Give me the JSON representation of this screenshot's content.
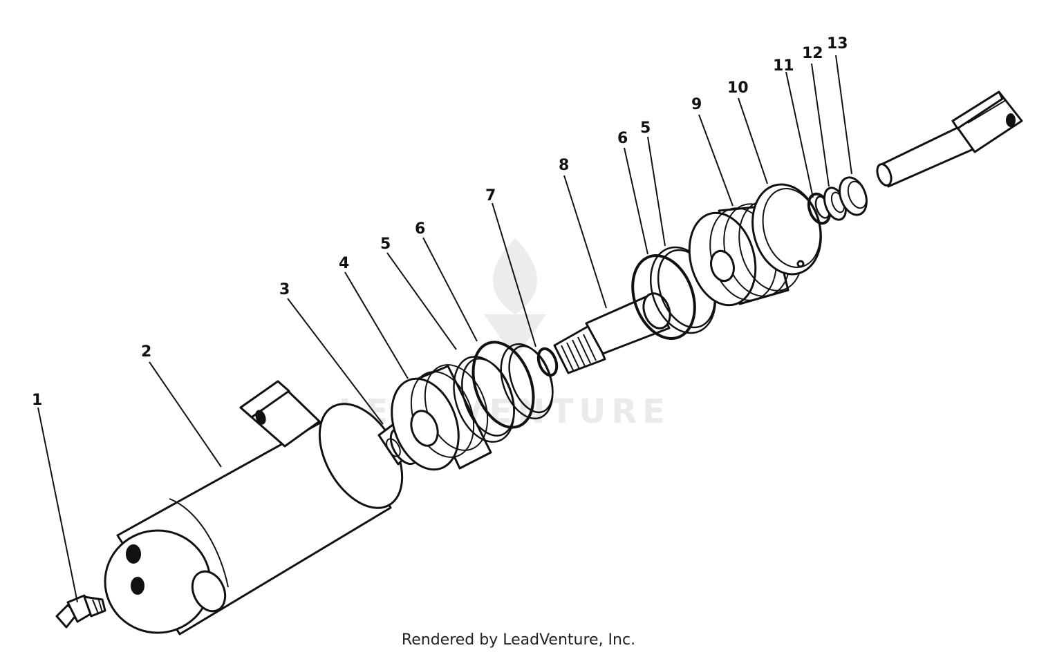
{
  "callouts": [
    {
      "label": "1"
    },
    {
      "label": "2"
    },
    {
      "label": "3"
    },
    {
      "label": "4"
    },
    {
      "label": "5"
    },
    {
      "label": "6"
    },
    {
      "label": "7"
    },
    {
      "label": "8"
    },
    {
      "label": "6"
    },
    {
      "label": "5"
    },
    {
      "label": "9"
    },
    {
      "label": "10"
    },
    {
      "label": "11"
    },
    {
      "label": "12"
    },
    {
      "label": "13"
    }
  ],
  "watermark": {
    "text": "LEADVENTURE"
  },
  "footer": {
    "text": "Rendered by LeadVenture, Inc."
  }
}
